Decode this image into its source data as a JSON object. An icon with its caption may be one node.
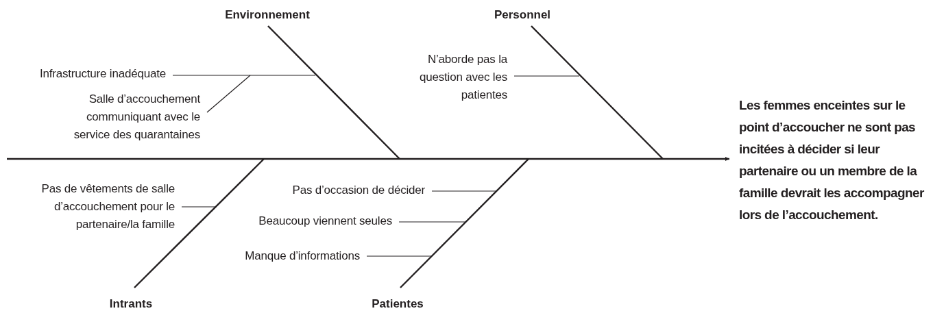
{
  "diagram": {
    "nodes": [
      {
        "text": [
          "Environnement"
        ]
      },
      {
        "text": [
          "Personnel"
        ]
      },
      {
        "text": [
          "Intrants"
        ]
      },
      {
        "text": [
          "Patientes"
        ]
      },
      {
        "text": [
          "Les femmes enceintes sur le point d’accoucher ne sont pas incitées à décider si leur partenaire ou un membre de la famille devrait les accompagner lors de l’accouchement."
        ]
      },
      {
        "text": [
          "Infrastructure inadéquate"
        ]
      },
      {
        "text": [
          "Salle d’accouchement communiquant avec le service des quarantaines"
        ]
      },
      {
        "text": [
          "N’aborde pas la question avec les patientes"
        ]
      },
      {
        "text": [
          "Pas de vêtements de salle d’accouchement pour le partenaire/la famille"
        ]
      },
      {
        "text": [
          "Pas d’occasion de décider"
        ]
      },
      {
        "text": [
          "Beaucoup viennent seules"
        ]
      },
      {
        "text": [
          "Manque d’informations"
        ]
      }
    ],
    "edges": [
      {
        "from": null,
        "to": 4,
        "arrow": "to"
      },
      {
        "from": 0,
        "to": null,
        "arrow": "none"
      },
      {
        "from": 1,
        "to": null,
        "arrow": "none"
      },
      {
        "from": 2,
        "to": null,
        "arrow": "none"
      },
      {
        "from": 3,
        "to": null,
        "arrow": "none"
      },
      {
        "from": 5,
        "to": null,
        "arrow": "none"
      },
      {
        "from": 6,
        "to": null,
        "arrow": "none"
      },
      {
        "from": 7,
        "to": null,
        "arrow": "none"
      },
      {
        "from": 8,
        "to": null,
        "arrow": "none"
      },
      {
        "from": 9,
        "to": null,
        "arrow": "none"
      },
      {
        "from": 10,
        "to": null,
        "arrow": "none"
      },
      {
        "from": 11,
        "to": null,
        "arrow": "none"
      }
    ]
  }
}
